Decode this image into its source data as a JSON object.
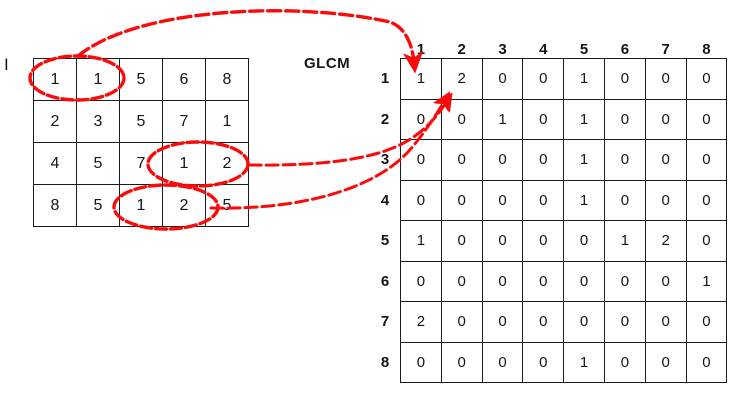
{
  "diagram": {
    "title_label": "GLCM",
    "source_label": "I",
    "accent_color": "#FA0A0A",
    "line_color": "#1b1b1b"
  },
  "source_matrix": {
    "name": "I",
    "rows": 4,
    "cols": 5,
    "values": [
      [
        1,
        1,
        5,
        6,
        8
      ],
      [
        2,
        3,
        5,
        7,
        1
      ],
      [
        4,
        5,
        7,
        1,
        2
      ],
      [
        8,
        5,
        1,
        2,
        5
      ]
    ]
  },
  "glcm_matrix": {
    "name": "GLCM",
    "col_headers": [
      1,
      2,
      3,
      4,
      5,
      6,
      7,
      8
    ],
    "row_headers": [
      1,
      2,
      3,
      4,
      5,
      6,
      7,
      8
    ],
    "values": [
      [
        1,
        2,
        0,
        0,
        1,
        0,
        0,
        0
      ],
      [
        0,
        0,
        1,
        0,
        1,
        0,
        0,
        0
      ],
      [
        0,
        0,
        0,
        0,
        1,
        0,
        0,
        0
      ],
      [
        0,
        0,
        0,
        0,
        1,
        0,
        0,
        0
      ],
      [
        1,
        0,
        0,
        0,
        0,
        1,
        2,
        0
      ],
      [
        0,
        0,
        0,
        0,
        0,
        0,
        0,
        1
      ],
      [
        2,
        0,
        0,
        0,
        0,
        0,
        0,
        0
      ],
      [
        0,
        0,
        0,
        0,
        1,
        0,
        0,
        0
      ]
    ]
  },
  "annotations": {
    "ellipses": [
      {
        "name": "pair-1-1-row1",
        "covers": "I row 1 cells (1,1)"
      },
      {
        "name": "pair-1-2-row3",
        "covers": "I row 3 cells (1,2)"
      },
      {
        "name": "pair-1-2-row4",
        "covers": "I row 4 cells (1,2)"
      }
    ],
    "arrows": [
      {
        "name": "arrow-to-glcm-1-1",
        "from": "pair-1-1-row1",
        "to": "GLCM cell (1,1)"
      },
      {
        "name": "arrow-to-glcm-1-2-a",
        "from": "pair-1-2-row3",
        "to": "GLCM cell (1,2)"
      },
      {
        "name": "arrow-to-glcm-1-2-b",
        "from": "pair-1-2-row4",
        "to": "GLCM cell (1,2)"
      }
    ]
  }
}
